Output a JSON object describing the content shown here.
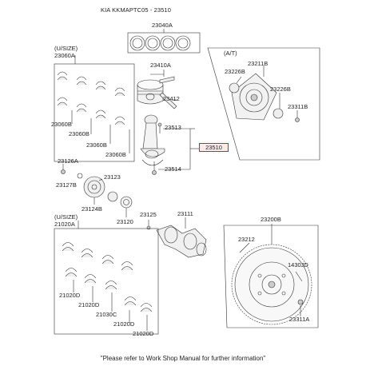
{
  "header": {
    "title": "KIA KKMAPTC05 - 23510"
  },
  "footer": {
    "note": "\"Please refer to Work Shop Manual for further information\""
  },
  "highlight": {
    "part": "23510",
    "color": "#e02020"
  },
  "labels": {
    "p23040A": "23040A",
    "usize1": "(U/SIZE)",
    "p23060A": "23060A",
    "p23410A": "23410A",
    "p23412": "23412",
    "p23513": "23513",
    "p23514": "23514",
    "p23060B_1": "23060B",
    "p23060B_2": "23060B",
    "p23060B_3": "23060B",
    "p23060B_4": "23060B",
    "at": "(A/T)",
    "p23211B": "23211B",
    "p23226B": "23226B",
    "p23226B_2": "23226B",
    "p23311B": "23311B",
    "p23126A": "23126A",
    "p23127B": "23127B",
    "p23123": "23123",
    "p23124B": "23124B",
    "p23120": "23120",
    "p23125": "23125",
    "p23111": "23111",
    "usize2": "(U/SIZE)",
    "p21020A": "21020A",
    "p21020D_1": "21020D",
    "p21020D_2": "21020D",
    "p21030C": "21030C",
    "p21020D_3": "21020D",
    "p21020D_4": "21020D",
    "p23200B": "23200B",
    "p23212": "23212",
    "p1430JD": "1430JD",
    "p23311A": "23311A"
  }
}
